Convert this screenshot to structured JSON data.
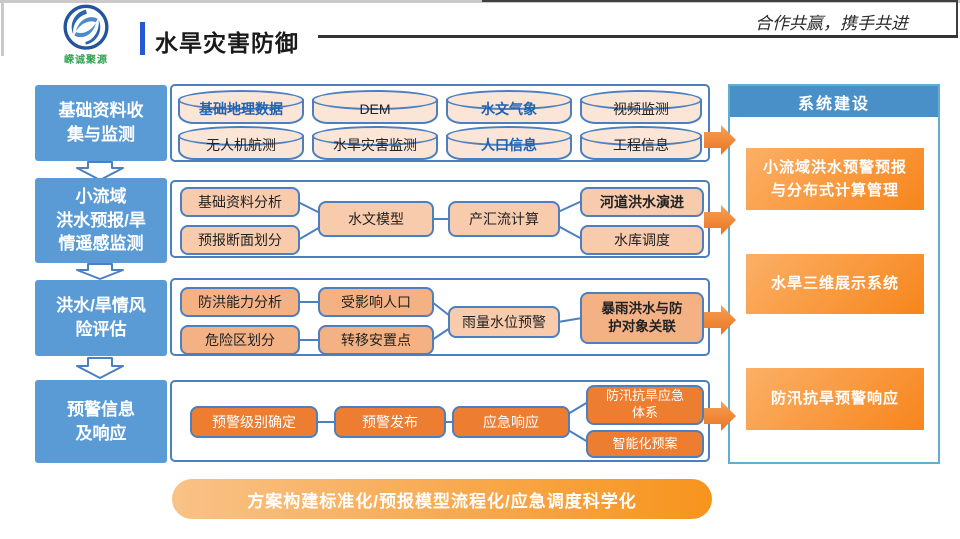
{
  "header": {
    "logo_text": "嵘诚聚源",
    "title": "水旱灾害防御",
    "slogan": "合作共赢，携手共进"
  },
  "stages": [
    {
      "label": "基础资料收\n集与监测"
    },
    {
      "label": "小流域\n洪水预报/旱\n情遥感监测"
    },
    {
      "label": "洪水/旱情风\n险评估"
    },
    {
      "label": "预警信息\n及响应"
    }
  ],
  "row1": {
    "cylinders": [
      {
        "label": "基础地理数据",
        "emphasis": true
      },
      {
        "label": "DEM",
        "emphasis": false
      },
      {
        "label": "水文气象",
        "emphasis": true
      },
      {
        "label": "视频监测",
        "emphasis": false
      },
      {
        "label": "无人机航测",
        "emphasis": false
      },
      {
        "label": "水旱灾害监测",
        "emphasis": false
      },
      {
        "label": "人口信息",
        "emphasis": true
      },
      {
        "label": "工程信息",
        "emphasis": false
      }
    ]
  },
  "row2": {
    "boxes": [
      {
        "label": "基础资料分析"
      },
      {
        "label": "预报断面划分"
      },
      {
        "label": "水文模型"
      },
      {
        "label": "产汇流计算"
      },
      {
        "label": "河道洪水演进",
        "emphasis": true
      },
      {
        "label": "水库调度"
      }
    ]
  },
  "row3": {
    "boxes": [
      {
        "label": "防洪能力分析"
      },
      {
        "label": "危险区划分"
      },
      {
        "label": "受影响人口"
      },
      {
        "label": "转移安置点"
      },
      {
        "label": "雨量水位预警"
      },
      {
        "label": "暴雨洪水与防\n护对象关联",
        "emphasis": true
      }
    ]
  },
  "row4": {
    "boxes": [
      {
        "label": "预警级别确定"
      },
      {
        "label": "预警发布"
      },
      {
        "label": "应急响应"
      },
      {
        "label": "防汛抗旱应急\n体系"
      },
      {
        "label": "智能化预案"
      }
    ]
  },
  "panel": {
    "title": "系统建设",
    "items": [
      {
        "label": "小流域洪水预警预报\n与分布式计算管理"
      },
      {
        "label": "水旱三维展示系统"
      },
      {
        "label": "防汛抗旱预警响应"
      }
    ]
  },
  "banner": {
    "text": "方案构建标准化/预报模型流程化/应急调度科学化"
  },
  "colors": {
    "stage_blue": "#5B9BD5",
    "border_blue": "#4C7FBF",
    "cylinder_fill": "#FBE5D6",
    "box_peach": "#F8CBAD",
    "box_deep_peach": "#F4B183",
    "box_orange": "#ED7D31",
    "panel_header_blue": "#4A90C8",
    "panel_border": "#5FAFD0",
    "accent_bar_blue": "#2357D6",
    "logo_green": "#2FA351",
    "emphasis_text_blue": "#1F63B5"
  }
}
